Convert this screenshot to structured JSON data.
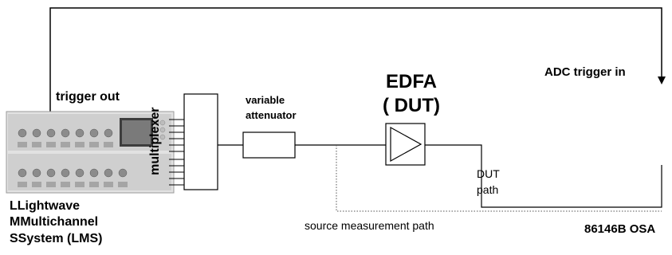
{
  "labels": {
    "trigger_out": "trigger out",
    "adc_trigger_in": "ADC trigger in",
    "edfa_line1": "EDFA",
    "edfa_line2": "( DUT)",
    "attenuator_line1": "variable",
    "attenuator_line2": "attenuator",
    "multiplexer": "multiplexer",
    "dut_path_line1": "DUT",
    "dut_path_line2": "path",
    "source_measurement_path": "source measurement path",
    "osa": "86146B OSA",
    "lms_line1": "LLightwave",
    "lms_line2": "MMultichannel",
    "lms_line3": "SSystem (LMS)"
  },
  "colors": {
    "line": "#000000",
    "dotted_line": "#555555",
    "device_body": "#d8d8d8",
    "device_panel": "#b8b8b8",
    "device_screen": "#444444"
  }
}
